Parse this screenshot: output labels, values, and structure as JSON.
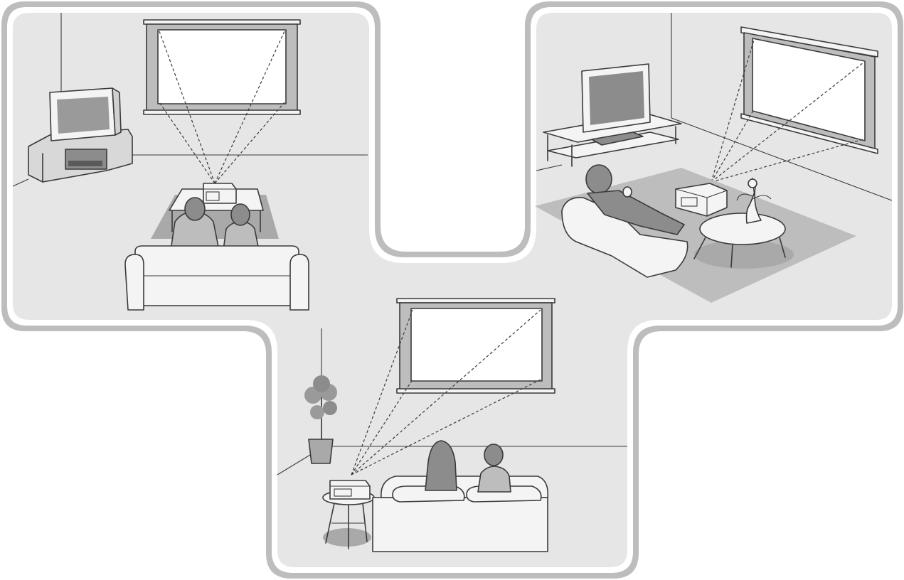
{
  "illustration": {
    "scenes": [
      "front-projection-center",
      "angled-projection-right",
      "side-projection-left"
    ],
    "colors": {
      "frame": "#b9b9b9",
      "background": "#ffffff",
      "room": "#e6e6e6",
      "rug": "#c9c9c9",
      "shadow": "#a9a9a9",
      "screen": "#ffffff",
      "line": "#3a3a3a",
      "furniture": "#f4f4f4"
    }
  }
}
